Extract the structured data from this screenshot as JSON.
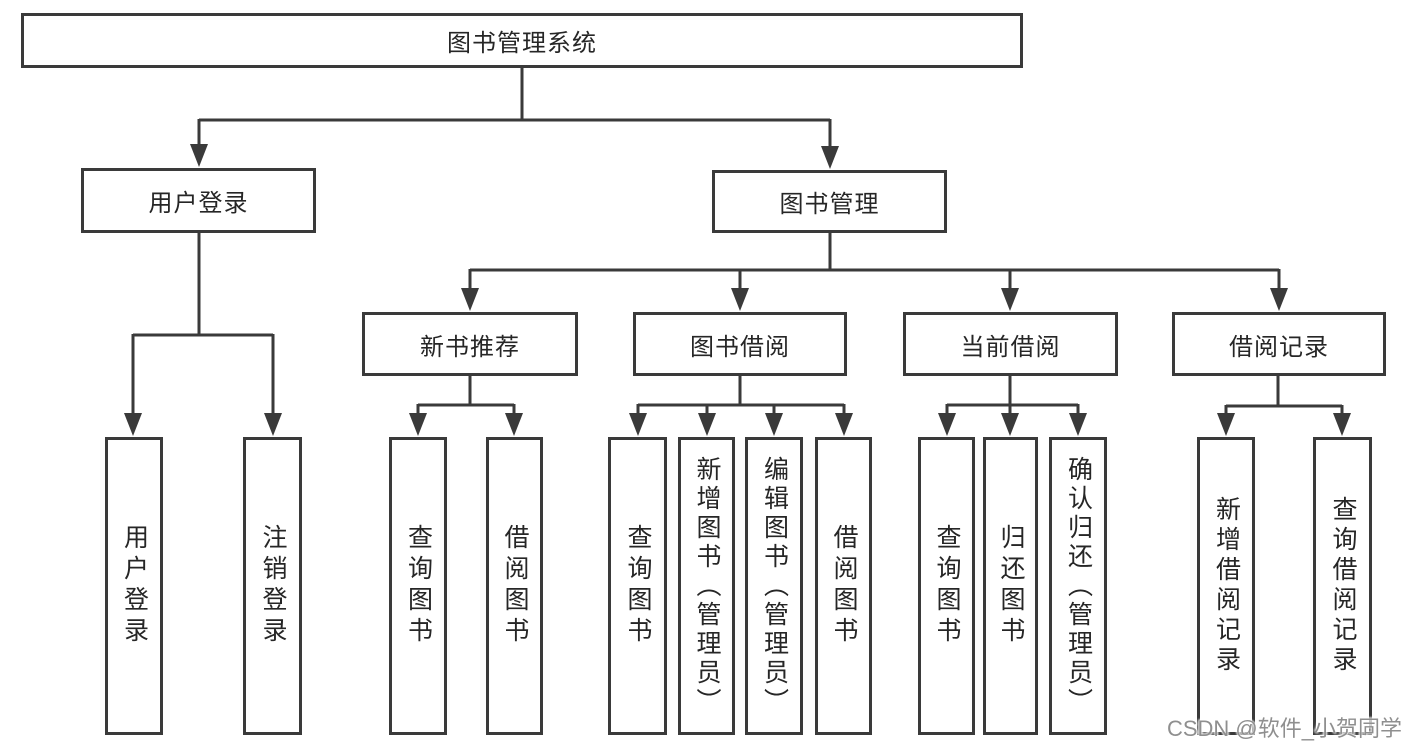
{
  "diagram": {
    "colors": {
      "line": "#3a3a3a",
      "box_border": "#3a3a3a",
      "text": "#262626",
      "watermark": "#8f8f8f",
      "background": "#ffffff"
    },
    "tree": {
      "root": "图书管理系统",
      "level2": [
        {
          "label": "用户登录",
          "children": [
            "用户登录",
            "注销登录"
          ]
        },
        {
          "label": "图书管理",
          "sections": [
            {
              "label": "新书推荐",
              "children": [
                "查询图书",
                "借阅图书"
              ]
            },
            {
              "label": "图书借阅",
              "children": [
                "查询图书",
                "新增图书（管理员）",
                "编辑图书（管理员）",
                "借阅图书"
              ]
            },
            {
              "label": "当前借阅",
              "children": [
                "查询图书",
                "归还图书",
                "确认归还（管理员）"
              ]
            },
            {
              "label": "借阅记录",
              "children": [
                "新增借阅记录",
                "查询借阅记录"
              ]
            }
          ]
        }
      ]
    },
    "watermark": {
      "text": "CSDN @软件_小贺同学"
    }
  }
}
